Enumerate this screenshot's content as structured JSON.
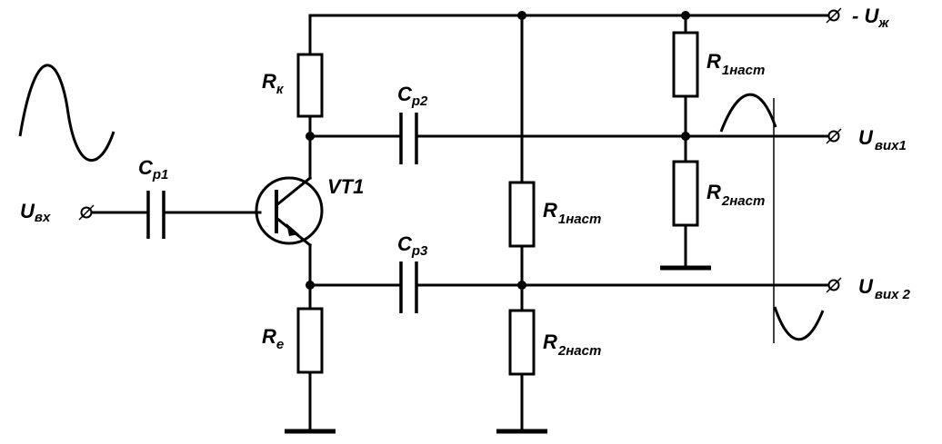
{
  "labels": {
    "supply": {
      "prefix": "- ",
      "main": "U",
      "sub": "ж"
    },
    "out1": {
      "main": "U",
      "sub": "вих1"
    },
    "out2": {
      "main": "U",
      "sub": "вих 2"
    },
    "input": {
      "main": "U",
      "sub": "вх"
    },
    "rk": {
      "main": "R",
      "sub": "к"
    },
    "re": {
      "main": "R",
      "sub": "е"
    },
    "cp1": {
      "main": "C",
      "sub": "р1"
    },
    "cp2": {
      "main": "C",
      "sub": "р2"
    },
    "cp3": {
      "main": "C",
      "sub": "р3"
    },
    "vt1": {
      "main": "VT1"
    },
    "r1_mid": {
      "main": "R",
      "sub": "1наст"
    },
    "r2_mid": {
      "main": "R",
      "sub": "2наст"
    },
    "r1_right": {
      "main": "R",
      "sub": "1наст"
    },
    "r2_right": {
      "main": "R",
      "sub": "2наст"
    }
  }
}
